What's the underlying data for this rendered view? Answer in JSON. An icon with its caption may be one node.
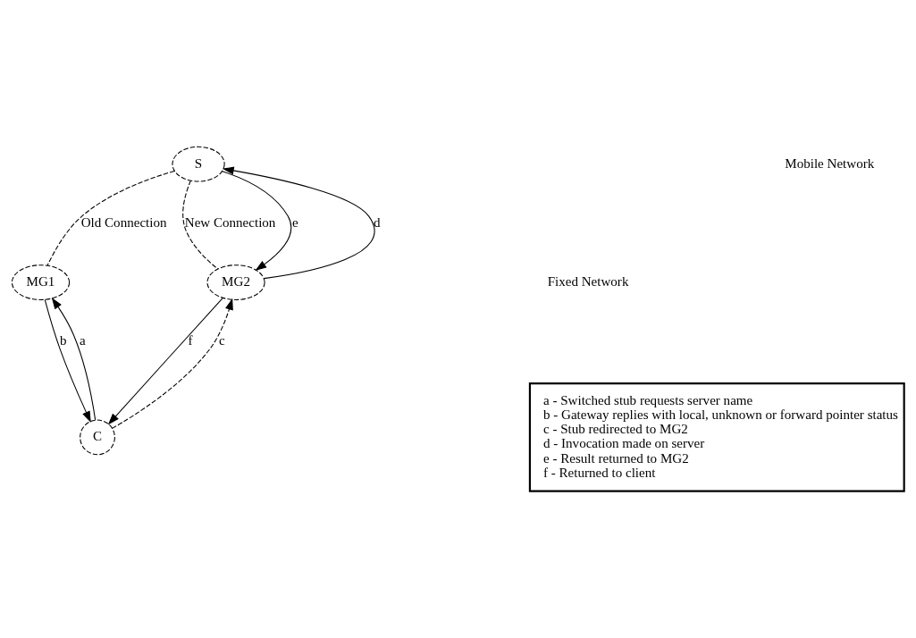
{
  "diagram": {
    "nodes": [
      {
        "text": [
          "S"
        ]
      },
      {
        "text": [
          "MG1"
        ]
      },
      {
        "text": [
          "MG2"
        ]
      },
      {
        "text": [
          "C"
        ]
      },
      {
        "text": [
          "a - Switched stub requests server name",
          "b - Gateway replies with local, unknown or forward pointer status",
          "c - Stub redirected to MG2",
          "d - Invocation made on server",
          "e - Result returned to MG2",
          "f - Returned to client"
        ]
      }
    ],
    "edges": [
      {
        "from": 0,
        "to": 1,
        "arrow": "none",
        "label": "Old Connection",
        "style": "dashed"
      },
      {
        "from": 0,
        "to": 2,
        "arrow": "none",
        "label": "New Connection",
        "style": "dashed"
      },
      {
        "from": 2,
        "to": 0,
        "arrow": "to",
        "label": "d"
      },
      {
        "from": 0,
        "to": 2,
        "arrow": "to",
        "label": "e"
      },
      {
        "from": 3,
        "to": 1,
        "arrow": "to",
        "label": "a"
      },
      {
        "from": 1,
        "to": 3,
        "arrow": "to",
        "label": "b"
      },
      {
        "from": 2,
        "to": 3,
        "arrow": "to",
        "label": "f"
      },
      {
        "from": 3,
        "to": 2,
        "arrow": "to",
        "label": "c",
        "style": "dashed"
      }
    ],
    "labels": [
      "Mobile Network",
      "Fixed Network"
    ]
  }
}
